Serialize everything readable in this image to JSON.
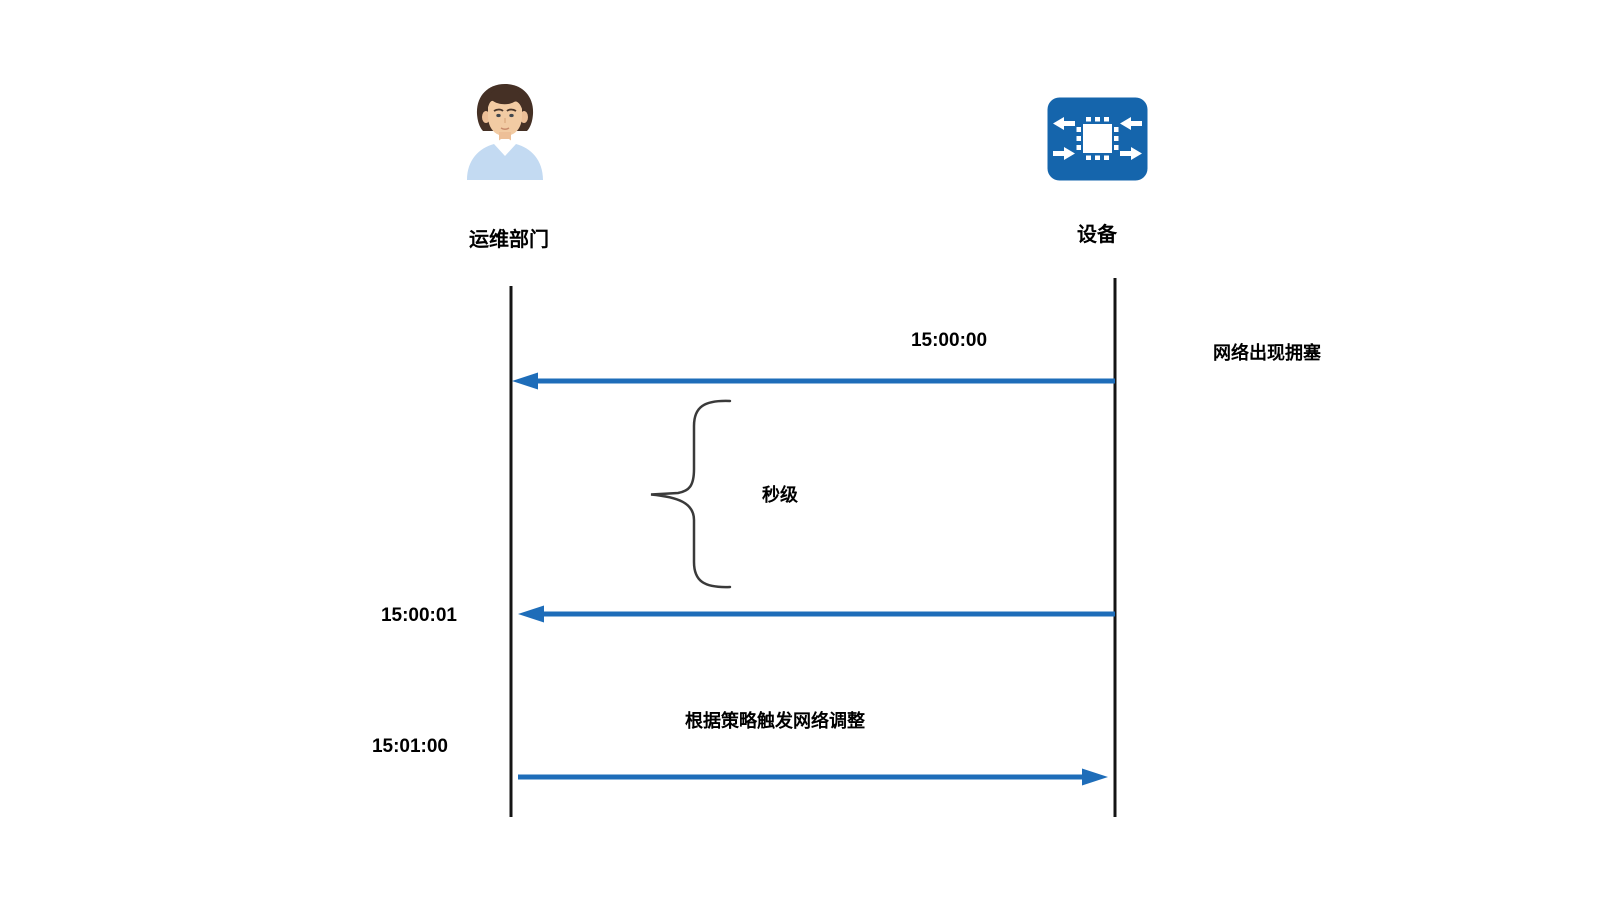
{
  "colors": {
    "arrow_blue": "#1E6DB9",
    "device_icon_blue": "#1565AC",
    "lifeline_black": "#141414",
    "brace_gray": "#3A3A3A",
    "text_black": "#000000"
  },
  "actors": [
    {
      "label": "运维部门",
      "icon": "person-avatar-icon"
    },
    {
      "label": "设备",
      "icon": "network-device-icon"
    }
  ],
  "messages": [
    {
      "time": "15:00:00",
      "note": "网络出现拥塞",
      "from": "设备",
      "to": "运维部门",
      "direction": "right-to-left"
    },
    {
      "time": "15:00:01",
      "from": "设备",
      "to": "运维部门",
      "direction": "right-to-left"
    },
    {
      "time": "15:01:00",
      "label": "根据策略触发网络调整",
      "from": "运维部门",
      "to": "设备",
      "direction": "left-to-right"
    }
  ],
  "annotations": [
    {
      "type": "brace",
      "label": "秒级"
    }
  ]
}
